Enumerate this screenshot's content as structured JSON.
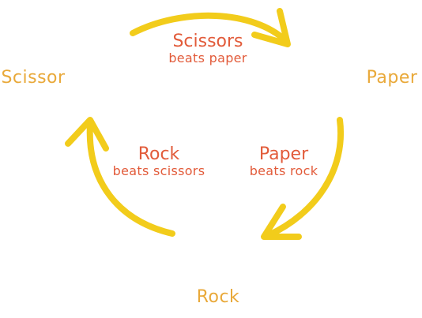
{
  "colors": {
    "arrow": "#F2CC1B",
    "node_text": "#E9A93A",
    "rule_text": "#E25B3A",
    "background": "#FFFFFF"
  },
  "nodes": {
    "scissor": "Scissor",
    "paper": "Paper",
    "rock": "Rock"
  },
  "rules": {
    "scissors": {
      "title": "Scissors",
      "subtitle": "beats paper"
    },
    "paper": {
      "title": "Paper",
      "subtitle": "beats rock"
    },
    "rock": {
      "title": "Rock",
      "subtitle": "beats scissors"
    }
  }
}
